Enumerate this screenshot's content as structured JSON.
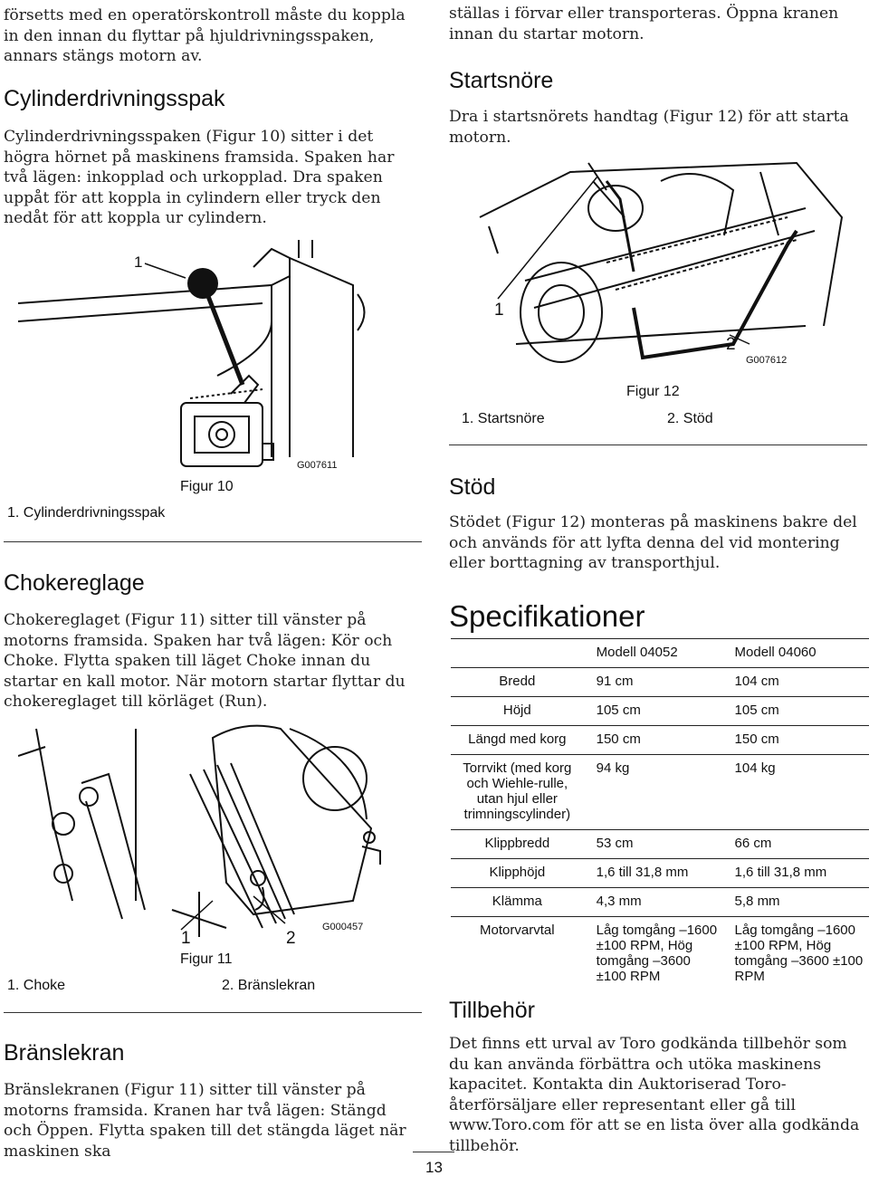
{
  "left": {
    "intro": "försetts med en operatörskontroll måste du koppla in den innan du flyttar på hjuldrivningsspaken, annars stängs motorn av.",
    "cyl": {
      "heading": "Cylinderdrivningsspak",
      "text": "Cylinderdrivningsspaken (Figur 10) sitter i det högra hörnet på maskinens framsida. Spaken har två lägen: inkopplad och urkopplad. Dra spaken uppåt för att koppla in cylindern eller tryck den nedåt för att koppla ur cylindern."
    },
    "fig10": {
      "callout": "1",
      "code": "G007611",
      "caption": "Figur 10",
      "legend": "1.  Cylinderdrivningsspak"
    },
    "choke": {
      "heading": "Chokereglage",
      "text": "Chokereglaget (Figur 11) sitter till vänster på motorns framsida. Spaken har två lägen: Kör och Choke. Flytta spaken till läget Choke innan du startar en kall motor. När motorn startar flyttar du chokereglaget till körläget (Run)."
    },
    "fig11": {
      "callout1": "1",
      "callout2": "2",
      "code": "G000457",
      "caption": "Figur 11",
      "legend1": "1.  Choke",
      "legend2": "2.  Bränslekran"
    },
    "fuel": {
      "heading": "Bränslekran",
      "text": "Bränslekranen (Figur 11) sitter till vänster på motorns framsida. Kranen har två lägen: Stängd och Öppen. Flytta spaken till det stängda läget när maskinen ska"
    }
  },
  "right": {
    "cont": "ställas i förvar eller transporteras. Öppna kranen innan du startar motorn.",
    "start": {
      "heading": "Startsnöre",
      "text": "Dra i startsnörets handtag (Figur 12) för att starta motorn."
    },
    "fig12": {
      "callout1": "1",
      "callout2": "2",
      "code": "G007612",
      "caption": "Figur 12",
      "legend1": "1.  Startsnöre",
      "legend2": "2.  Stöd"
    },
    "stod": {
      "heading": "Stöd",
      "text": "Stödet (Figur 12) monteras på maskinens bakre del och används för att lyfta denna del vid montering eller borttagning av transporthjul."
    },
    "spec": {
      "heading": "Specifikationer",
      "col1": "Modell 04052",
      "col2": "Modell 04060",
      "rows": [
        {
          "label": "Bredd",
          "a": "91 cm",
          "b": "104 cm"
        },
        {
          "label": "Höjd",
          "a": "105 cm",
          "b": "105 cm"
        },
        {
          "label": "Längd med korg",
          "a": "150 cm",
          "b": "150 cm"
        },
        {
          "label": "Torrvikt (med korg och Wiehle-rulle, utan hjul eller trimningscylinder)",
          "a": "94 kg",
          "b": "104 kg"
        },
        {
          "label": "Klippbredd",
          "a": "53 cm",
          "b": "66 cm"
        },
        {
          "label": "Klipphöjd",
          "a": "1,6 till 31,8 mm",
          "b": "1,6 till 31,8 mm"
        },
        {
          "label": "Klämma",
          "a": "4,3 mm",
          "b": "5,8 mm"
        },
        {
          "label": "Motorvarvtal",
          "a": "Låg tomgång –1600 ±100 RPM, Hög tomgång –3600 ±100 RPM",
          "b": "Låg tomgång –1600 ±100 RPM, Hög tomgång –3600 ±100 RPM"
        }
      ]
    },
    "acc": {
      "heading": "Tillbehör",
      "text": "Det finns ett urval av Toro godkända tillbehör som du kan använda förbättra och utöka maskinens kapacitet. Kontakta din Auktoriserad Toro-återförsäljare eller representant eller gå till www.Toro.com för att se en lista över alla godkända tillbehör."
    }
  },
  "page_number": "13"
}
